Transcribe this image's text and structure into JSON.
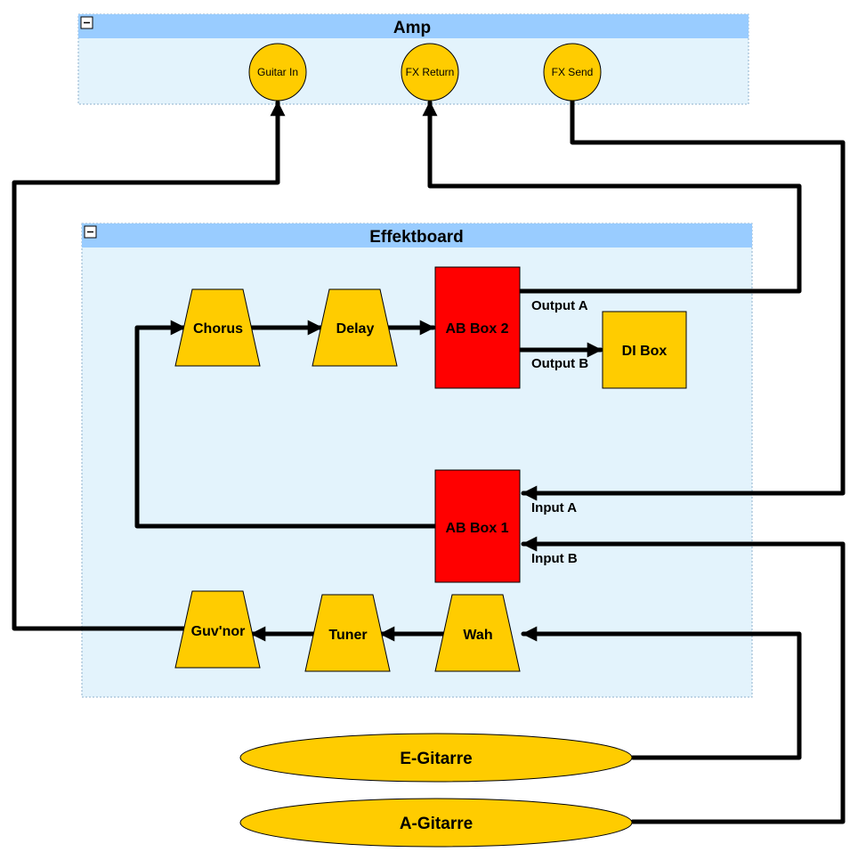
{
  "colors": {
    "group_fill": "#e3f3fc",
    "group_header": "#99ccff",
    "group_border": "#8fb2cc",
    "pedal": "#ffcc00",
    "ab_box": "#ff0000",
    "edge": "#000000"
  },
  "groups": {
    "amp": {
      "title": "Amp",
      "collapse_icon": "minus-icon"
    },
    "effektboard": {
      "title": "Effektboard",
      "collapse_icon": "minus-icon"
    }
  },
  "ports": {
    "guitar_in": "Guitar In",
    "fx_return": "FX Return",
    "fx_send": "FX Send"
  },
  "nodes": {
    "chorus": "Chorus",
    "delay": "Delay",
    "ab_box_2": "AB Box 2",
    "di_box": "DI Box",
    "ab_box_1": "AB Box 1",
    "guvnor": "Guv'nor",
    "tuner": "Tuner",
    "wah": "Wah"
  },
  "edge_labels": {
    "output_a": "Output A",
    "output_b": "Output B",
    "input_a": "Input A",
    "input_b": "Input B"
  },
  "guitars": {
    "e_gitarre": "E-Gitarre",
    "a_gitarre": "A-Gitarre"
  }
}
